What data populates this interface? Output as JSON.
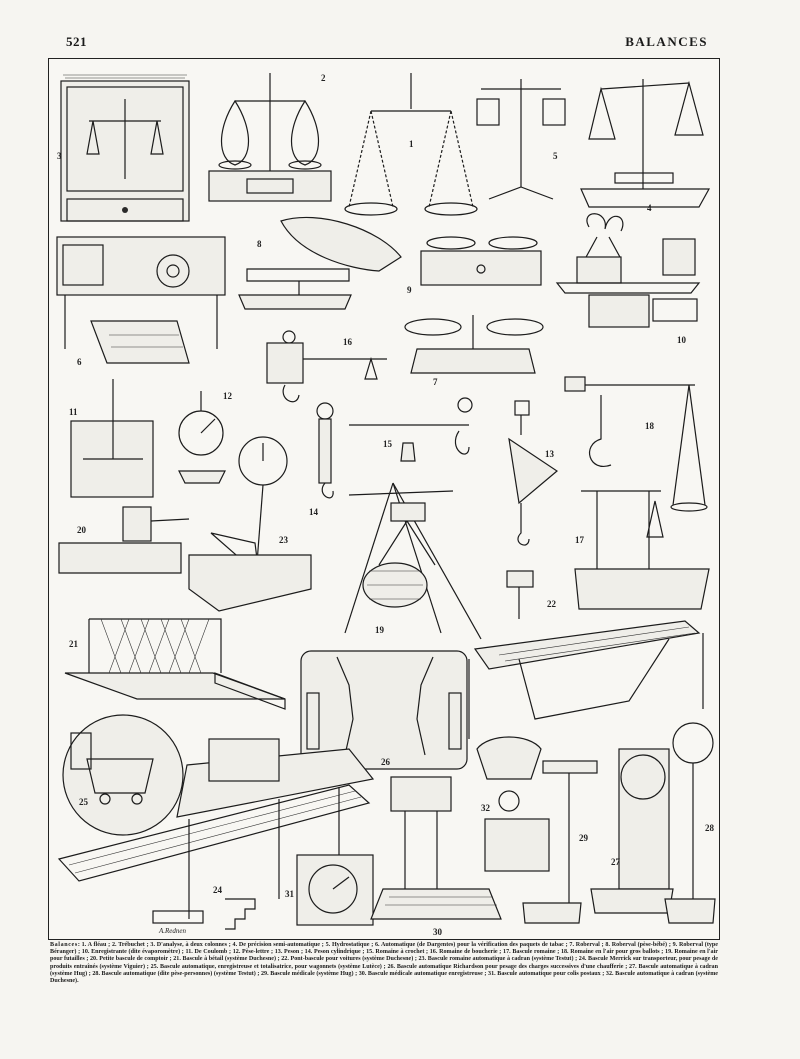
{
  "header": {
    "page_number": "521",
    "title": "BALANCES"
  },
  "figure_labels": [
    "1",
    "2",
    "3",
    "4",
    "5",
    "6",
    "7",
    "8",
    "9",
    "10",
    "11",
    "12",
    "13",
    "14",
    "15",
    "16",
    "17",
    "18",
    "19",
    "20",
    "21",
    "22",
    "23",
    "24",
    "25",
    "26",
    "27",
    "28",
    "29",
    "30",
    "31",
    "32"
  ],
  "signature": "A.Rednen",
  "caption": {
    "title": "Balances",
    "text": ": 1. A fléau ; 2. Trébuchet ; 3. D'analyse, à deux colonnes ; 4. De précision semi-automatique ; 5. Hydrostatique ; 6. Automatique (de Dargentes) pour la vérification des paquets de tabac ; 7. Roberval ; 8. Roberval (pèse-bébé) ; 9. Roberval (type Béranger) ; 10. Enregistrante (dite évaporomètre) ; 11. De Coulomb ; 12. Pèse-lettre ; 13. Peson ; 14. Peson cylindrique ; 15. Romaine à crochet ; 16. Romaine de boucherie ; 17. Bascule romaine ; 18. Romaine en l'air pour gros ballots ; 19. Romaine en l'air pour futailles ; 20. Petite bascule de comptoir ; 21. Bascule à bétail (système Duchesne) ; 22. Pont-bascule pour voitures (système Duchesne) ; 23. Bascule romaine automatique à cadran (système Testut) ; 24. Bascule Merrick sur transporteur, pour pesage de produits entraînés (système Viguier) ; 25. Bascule automatique, enregistreuse et totalisatrice, pour wagonnets (système Lutèce) ; 26. Bascule automatique Richardson pour pesage des charges successives d'une chaufferie ; 27. Bascule automatique à cadran (système Hug) ; 28. Bascule automatique (dite pèse-personnes) (système Testut) ; 29. Bascule médicale (système Hug) ; 30. Bascule médicale automatique enregistreuse ; 31. Bascule automatique pour colis postaux ; 32. Bascule automatique à cadran (système Duchesne)."
  }
}
